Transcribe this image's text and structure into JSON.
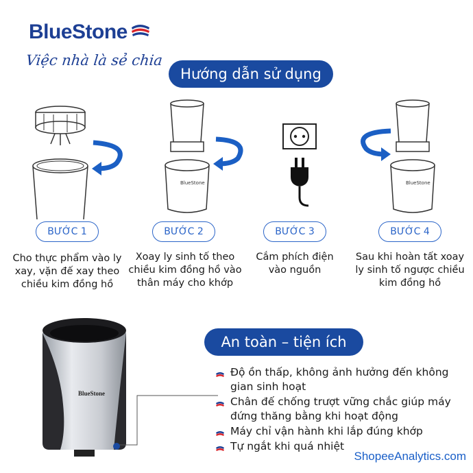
{
  "brand": {
    "name": "BlueStone",
    "tagline": "Việc nhà là sẻ chia",
    "color": "#1d3f94"
  },
  "guide": {
    "title": "Hướng dẫn sử dụng",
    "steps": [
      {
        "label": "BƯỚC 1",
        "description": "Cho thực phẩm vào ly xay, vặn đế xay theo chiều kim đồng hồ"
      },
      {
        "label": "BƯỚC 2",
        "description": "Xoay ly sinh tố theo chiều kim đồng hồ vào thân máy cho khớp"
      },
      {
        "label": "BƯỚC 3",
        "description": "Cắm phích điện vào nguồn"
      },
      {
        "label": "BƯỚC 4",
        "description": "Sau khi hoàn tất xoay ly sinh tố ngược chiều kim đồng hồ"
      }
    ]
  },
  "safety": {
    "title": "An toàn – tiện ích",
    "features": [
      "Độ ồn thấp, không ảnh hưởng đến không gian sinh hoạt",
      "Chân đế chống trượt vững chắc giúp máy đứng thăng bằng khi hoạt động",
      "Máy chỉ vận hành khi lắp đúng khớp",
      "Tự ngắt khi quá nhiệt"
    ]
  },
  "product": {
    "label": "BlueStone"
  },
  "watermark": "ShopeeAnalytics.com",
  "colors": {
    "accent": "#1a4aa0",
    "arrow": "#1b5fc4",
    "bullet_red": "#d9232a"
  }
}
